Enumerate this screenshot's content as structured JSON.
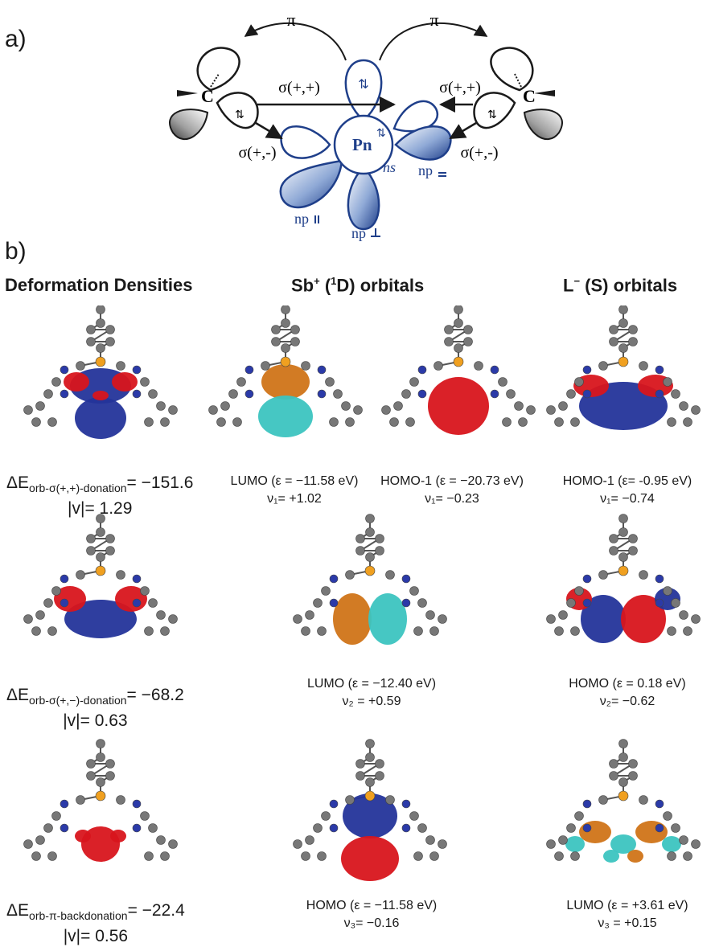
{
  "panel_a": {
    "label": "a)",
    "pi_left": "π",
    "pi_right": "π",
    "sigma_pp_left": "σ(+,+)",
    "sigma_pp_right": "σ(+,+)",
    "sigma_pm_left": "σ(+,-)",
    "sigma_pm_right": "σ(+,-)",
    "carbon_left": "C",
    "carbon_right": "C",
    "center": "Pn",
    "ns_label": "ns",
    "np_parallel": "np",
    "np_perp": "np",
    "np_eq": "np",
    "colors": {
      "blue": "#1f3f8a",
      "black": "#1a1a1a"
    }
  },
  "panel_b": {
    "label": "b)",
    "headers": {
      "deformation": "Deformation Densities",
      "sb_main": "Sb",
      "sb_plus": "+",
      "sb_state_pre": "(",
      "sb_state_sup": "1",
      "sb_state_post": "D) orbitals",
      "l_main": "L",
      "l_minus": "−",
      "l_rest": " (S) orbitals"
    },
    "rows": [
      {
        "de_prefix": "ΔE",
        "de_sub": "orb-σ(+,+)-donation",
        "de_value": "= −151.6",
        "de_v": "|v|= 1.29",
        "sb": [
          {
            "line1": "LUMO (ε = −11.58 eV)",
            "line2": "ν₁= +1.02"
          },
          {
            "line1": "HOMO-1 (ε = −20.73 eV)",
            "line2": "ν₁= −0.23"
          }
        ],
        "l": {
          "line1": "HOMO-1 (ε= -0.95 eV)",
          "line2": "ν₁= −0.74"
        }
      },
      {
        "de_prefix": "ΔE",
        "de_sub": "orb-σ(+,−)-donation",
        "de_value": "= −68.2",
        "de_v": "|v|= 0.63",
        "sb": [
          {
            "line1": "LUMO (ε = −12.40 eV)",
            "line2": "ν₂ = +0.59"
          }
        ],
        "l": {
          "line1": "HOMO (ε = 0.18 eV)",
          "line2": "ν₂= −0.62"
        }
      },
      {
        "de_prefix": "ΔE",
        "de_sub": "orb-π-backdonation",
        "de_value": "= −22.4",
        "de_v": "|v|= 0.56",
        "sb": [
          {
            "line1": "HOMO (ε = −11.58 eV)",
            "line2": "ν₃= −0.16"
          }
        ],
        "l": {
          "line1": "LUMO (ε = +3.61 eV)",
          "line2": "ν₃ = +0.15"
        }
      }
    ],
    "colors": {
      "atom": "#777777",
      "nitrogen": "#2b3aa8",
      "sb": "#f0a020",
      "lobe_red": "#d8151c",
      "lobe_blue": "#24349a",
      "lobe_orange": "#d07418",
      "lobe_cyan": "#3cc4c0"
    }
  }
}
